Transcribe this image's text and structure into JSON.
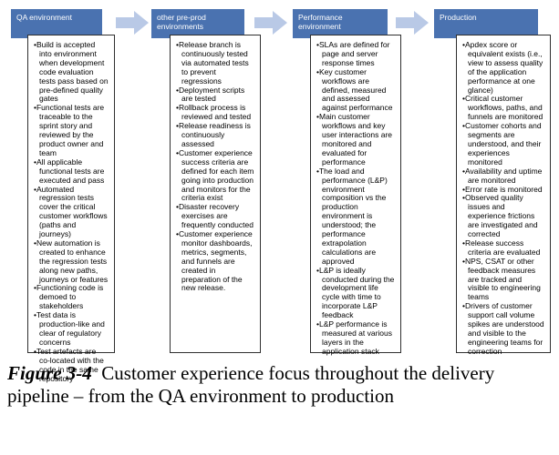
{
  "stages": [
    {
      "title": "QA environment",
      "items": [
        "Build is accepted into environment when development code evaluation tests pass based on pre-defined quality gates",
        "Functional tests are traceable to the sprint story and reviewed by the product owner and team",
        "All applicable functional tests are executed and pass",
        "Automated regression tests cover the critical customer workflows (paths and journeys)",
        "New automation is created to enhance the regression tests along new paths, journeys or features",
        "Functioning code is demoed to stakeholders",
        "Test data is production-like and clear of regulatory concerns",
        "Test artefacts are co-located with the code in the same repository"
      ]
    },
    {
      "title": "other pre-prod environments",
      "items": [
        "Release branch is continuously tested via automated tests to prevent regressions",
        "Deployment scripts are tested",
        "Rollback process is reviewed and tested",
        "Release readiness is continuously assessed",
        "Customer experience success criteria are defined for each item going into production and monitors for the criteria exist",
        "Disaster recovery exercises are frequently conducted",
        "Customer experience monitor dashboards, metrics, segments, and funnels are created in preparation of the new release."
      ]
    },
    {
      "title": "Performance environment",
      "items": [
        "SLAs are defined for page and server response times",
        "Key customer workflows are defined, measured and assessed against performance",
        "Main customer workflows and key user interactions are monitored and evaluated for performance",
        "The load and performance (L&P) environment composition vs the production environment is understood; the performance extrapolation calculations are approved",
        "L&P is ideally conducted during the development life cycle with time to incorporate L&P feedback",
        "L&P performance is measured at various layers in the application stack"
      ]
    },
    {
      "title": "Production",
      "items": [
        "Apdex score or equivalent exists (i.e., view to assess quality of the application performance at one glance)",
        "Critical customer workflows, paths, and funnels are monitored",
        "Customer cohorts and segments are understood, and their experiences monitored",
        "Availability and uptime are monitored",
        "Error rate is monitored",
        "Observed quality issues and experience frictions are investigated and corrected",
        "Release success criteria are evaluated",
        "NPS, CSAT or other feedback measures are tracked and visible to engineering teams",
        "Drivers of customer support call volume spikes are understood and visible to the engineering teams for correction"
      ]
    }
  ],
  "caption": {
    "label": "Figure 3-4",
    "text": "Customer experience focus throughout the delivery pipeline – from the QA environment to production"
  },
  "colors": {
    "header_fill": "#4a72b0",
    "arrow_fill": "#b9c9e6",
    "panel_border": "#2f2f2f"
  }
}
